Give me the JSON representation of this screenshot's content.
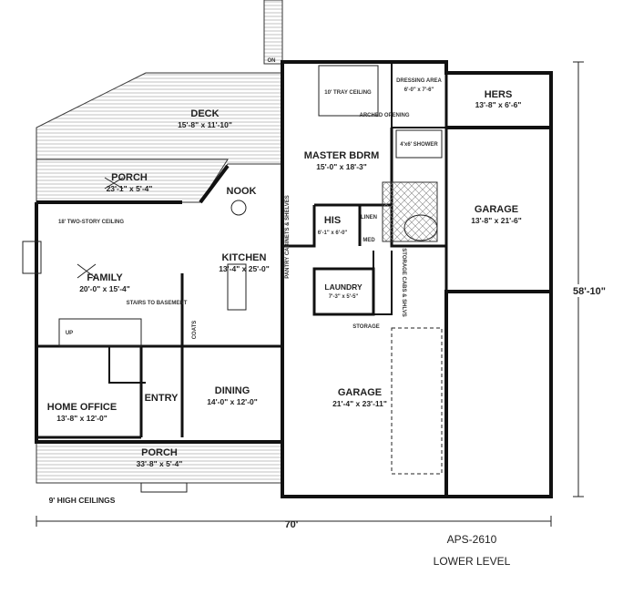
{
  "rooms": {
    "deck": {
      "name": "DECK",
      "dim": "15'-8\" x 11'-10\""
    },
    "porch_top": {
      "name": "PORCH",
      "dim": "23'-1\" x 5'-4\""
    },
    "nook": {
      "name": "NOOK"
    },
    "master": {
      "name": "MASTER BDRM",
      "dim": "15'-0\" x 18'-3\""
    },
    "tray": "10' TRAY CEILING",
    "arched": "ARCHED OPENING",
    "dressing": {
      "name": "DRESSING AREA",
      "dim": "6'-0\" x 7'-6\""
    },
    "hers": {
      "name": "HERS",
      "dim": "13'-8\" x 6'-6\""
    },
    "shower": {
      "name": "4'x6' SHOWER"
    },
    "garage_small": {
      "name": "GARAGE",
      "dim": "13'-8\" x 21'-6\""
    },
    "his": {
      "name": "HIS",
      "dim": "6'-1\" x 6'-0\""
    },
    "linen": "LINEN",
    "med": "MED",
    "pantry": "PANTRY CABINETS & SHELVES",
    "two_story": "18' TWO-STORY CEILING",
    "family": {
      "name": "FAMILY",
      "dim": "20'-0\" x 15'-4\""
    },
    "kitchen": {
      "name": "KITCHEN",
      "dim": "13'-4\" x 25'-0\""
    },
    "stairs": "STAIRS TO BASEMENT",
    "coats": "COATS",
    "laundry": {
      "name": "LAUNDRY",
      "dim": "7'-3\" x 5'-5\""
    },
    "storage_cabs": "STORAGE CABS & SHLVS",
    "storage": "STORAGE",
    "home_office": {
      "name": "HOME OFFICE",
      "dim": "13'-8\" x 12'-0\""
    },
    "entry": {
      "name": "ENTRY"
    },
    "dining": {
      "name": "DINING",
      "dim": "14'-0\" x 12'-0\""
    },
    "garage_large": {
      "name": "GARAGE",
      "dim": "21'-4\" x 23'-11\""
    },
    "porch_front": {
      "name": "PORCH",
      "dim": "33'-8\" x 5'-4\""
    }
  },
  "notes": {
    "ceilings": "9' HIGH CEILINGS",
    "up": "UP",
    "on": "ON"
  },
  "dimensions": {
    "width": "70'",
    "depth": "58'-10\""
  },
  "plan": {
    "code": "APS-2610",
    "level": "LOWER LEVEL"
  }
}
